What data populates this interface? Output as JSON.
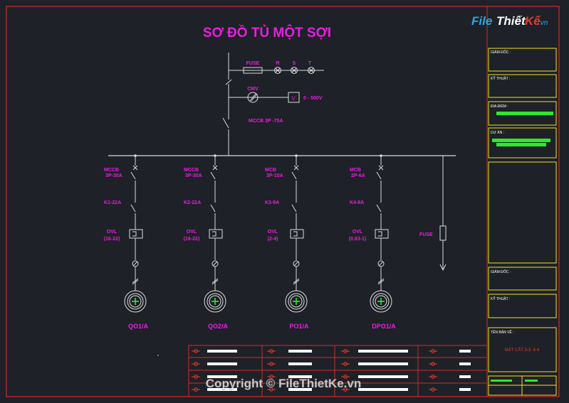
{
  "title": "SƠ ĐỒ TỦ MỘT SỢI",
  "logo": {
    "file": "File",
    "thiet": "Thiết",
    "ke": "Kế",
    "vn": ".vn"
  },
  "supply": {
    "fuse_label": "FUSE",
    "phases": [
      "R",
      "S",
      "T"
    ],
    "cmv_label": "CMV",
    "voltmeter_symbol": "V",
    "voltmeter_range": "0 - 500V",
    "main_breaker": "MCCB 3P -75A"
  },
  "feeders": [
    {
      "breaker_type": "MCCB",
      "breaker_rating": "3P-30A",
      "contactor": "K1-22A",
      "overload": "OVL",
      "overload_range": "(16-22)",
      "motor": "QO1/A"
    },
    {
      "breaker_type": "MCCB",
      "breaker_rating": "3P-30A",
      "contactor": "K2-22A",
      "overload": "OVL",
      "overload_range": "(16-22)",
      "motor": "QO2/A"
    },
    {
      "breaker_type": "MCB",
      "breaker_rating": "3P-10A",
      "contactor": "K3-9A",
      "overload": "OVL",
      "overload_range": "(2-4)",
      "motor": "PO1/A"
    },
    {
      "breaker_type": "MCB",
      "breaker_rating": "2P-6A",
      "contactor": "K4-9A",
      "overload": "OVL",
      "overload_range": "(0.63-1)",
      "motor": "DPO1/A"
    }
  ],
  "fuse_branch_label": "FUSE",
  "title_block": {
    "giam_doc": "GIÁM ĐỐC :",
    "ky_thuat": "KỸ THUẬT :",
    "dia_diem": "ĐỊA ĐIỂM :",
    "du_an": "DỰ ÁN :",
    "giam_doc_2": "GIÁM ĐỐC :",
    "ky_thuat_2": "KỸ THUẬT :",
    "ten_ban_ve": "TÊN BẢN VẼ :",
    "drawing_name": "MẶT CẮT 3-3, 4-4"
  },
  "watermark": "Copyright © FileThietKe.vn",
  "colors": {
    "background": "#1e2127",
    "magenta": "#e81ee0",
    "frame_red": "#d8262b",
    "title_yellow": "#f2e21d",
    "green": "#2ee82e",
    "line": "#dcdcdc"
  }
}
